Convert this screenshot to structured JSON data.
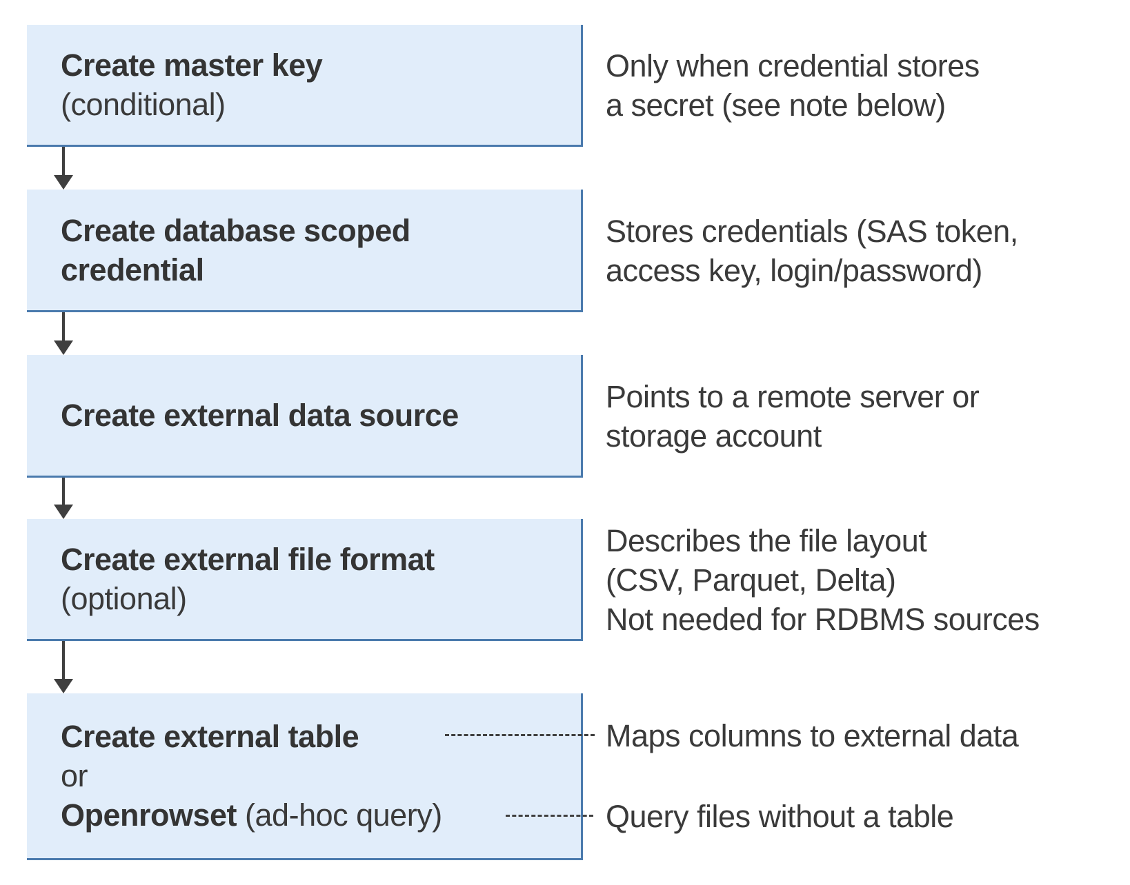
{
  "colors": {
    "box_fill": "#e1edfa",
    "box_border": "#4a7aad",
    "text": "#3a3a3a",
    "connector": "#3f3f3f"
  },
  "steps": [
    {
      "title": "Create master key",
      "qualifier": "(conditional)",
      "annotation_lines": [
        "Only when credential stores",
        "a secret (see note below)"
      ]
    },
    {
      "title_line1": "Create database scoped",
      "title_line2": "credential",
      "annotation_lines": [
        "Stores credentials (SAS token,",
        "access key, login/password)"
      ]
    },
    {
      "title": "Create external data source",
      "annotation_lines": [
        "Points to a remote server or",
        "storage account"
      ]
    },
    {
      "title": "Create external file format",
      "qualifier": "(optional)",
      "annotation_lines": [
        "Describes the file layout",
        "(CSV, Parquet, Delta)",
        "Not needed for RDBMS sources"
      ]
    },
    {
      "title": "Create external table",
      "or_label": "or",
      "alt_title": "Openrowset",
      "alt_qualifier": " (ad-hoc query)",
      "annotation_table": "Maps columns to external data",
      "annotation_openrowset": "Query files without a table"
    }
  ]
}
